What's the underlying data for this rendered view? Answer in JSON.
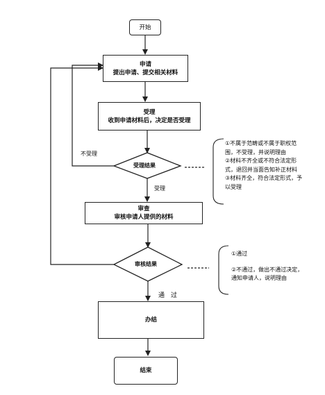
{
  "start": "开始",
  "apply": {
    "title": "申请",
    "sub": "提出申请、提交相关材料"
  },
  "accept": {
    "title": "受理",
    "sub": "收到申请材料后，决定是否受理"
  },
  "decision1": {
    "label": "受理结果",
    "no": "不受理",
    "yes": "受理"
  },
  "note1": [
    "①不属于范畴或不属于职权范",
    "围，不受理，并说明理由",
    "②材料不齐全或不符合法定形",
    "式，退回并当面告知补正材料",
    "③材料齐全，符合法定形式，予",
    "以受理"
  ],
  "review": {
    "title": "审查",
    "sub": "审核申请人提供的材料"
  },
  "decision2": {
    "label": "审核结果",
    "yes": "通　过"
  },
  "note2": [
    "①通过",
    "②不通过，做出不通过决定，",
    "通知申请人，说明理由"
  ],
  "handle": "办结",
  "end": "结束"
}
